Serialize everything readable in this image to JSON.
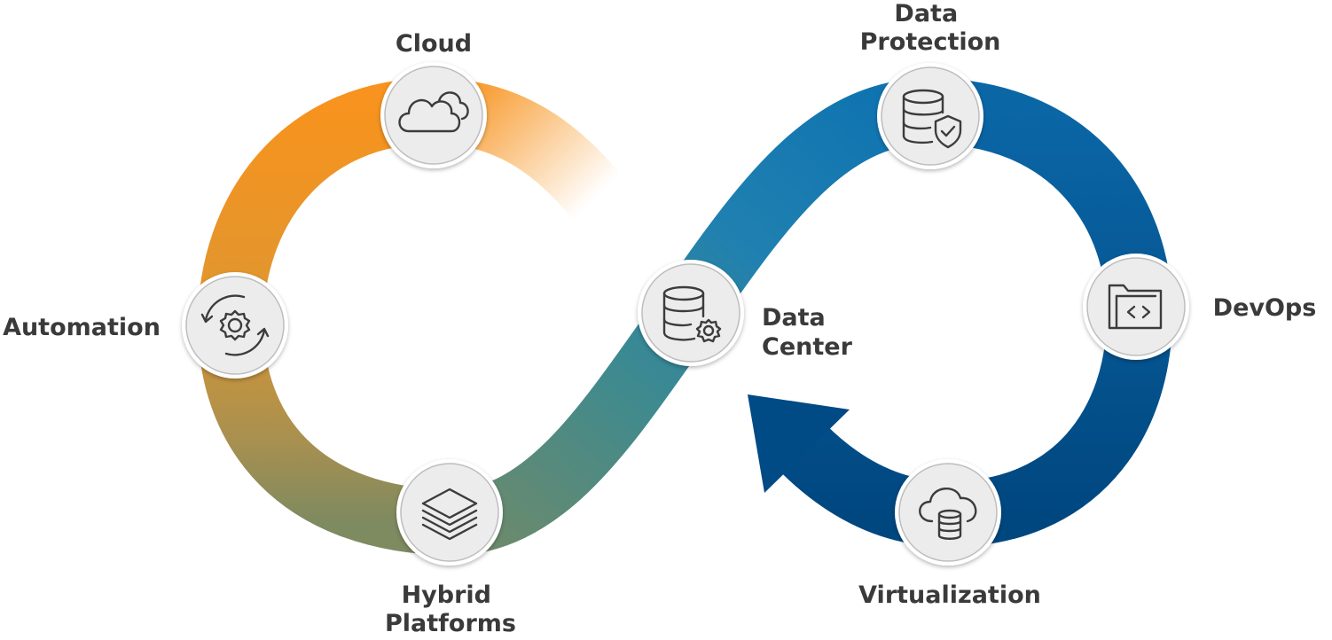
{
  "colors": {
    "orange_start": "#f7931e",
    "orange_mid": "#e39a2e",
    "olive": "#8f8c55",
    "teal": "#3f8a8e",
    "blue": "#1a7cb4",
    "navy": "#004a86",
    "node_fill": "#ececec",
    "node_ring": "#bcbcbc",
    "text": "#3a3a3a"
  },
  "nodes": {
    "cloud": {
      "label": [
        "Cloud"
      ],
      "icon": "cloud-icon"
    },
    "automation": {
      "label": [
        "Automation"
      ],
      "icon": "gear-cycle-icon"
    },
    "hybrid": {
      "label": [
        "Hybrid",
        "Platforms"
      ],
      "icon": "stacked-layers-icon"
    },
    "datacenter": {
      "label": [
        "Data",
        "Center"
      ],
      "icon": "database-gear-icon"
    },
    "dataprotection": {
      "label": [
        "Data",
        "Protection"
      ],
      "icon": "database-shield-icon"
    },
    "devops": {
      "label": [
        "DevOps"
      ],
      "icon": "code-folder-icon"
    },
    "virtualization": {
      "label": [
        "Virtualization"
      ],
      "icon": "cloud-database-icon"
    }
  }
}
